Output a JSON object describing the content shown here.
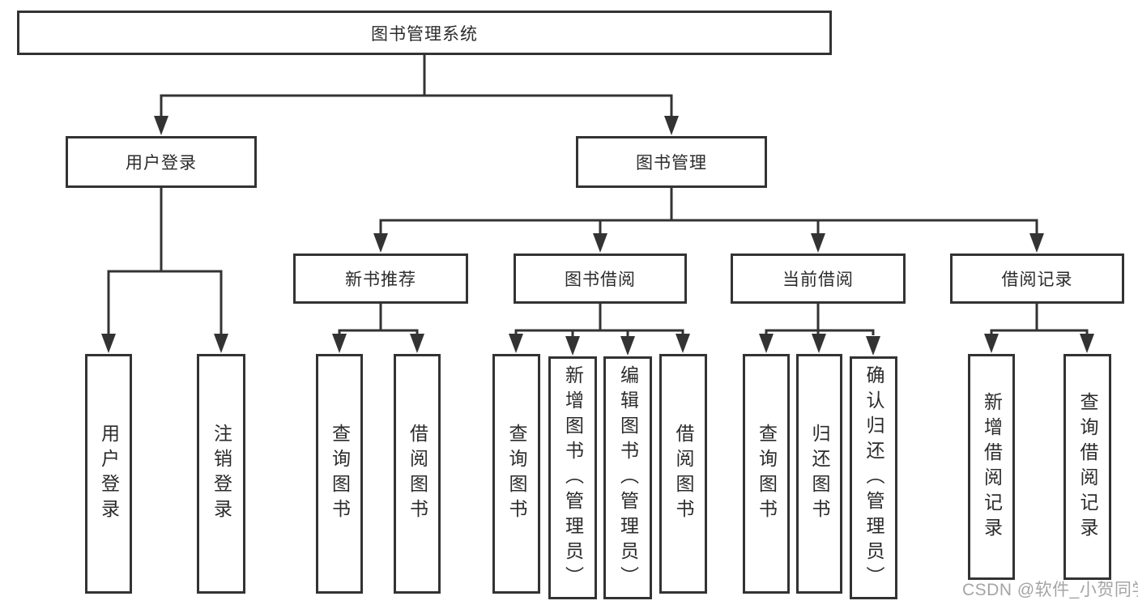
{
  "colors": {
    "line": "#333333",
    "box_border": "#333333",
    "text": "#2b2b2b",
    "watermark": "#9a9a9a",
    "background": "#ffffff"
  },
  "tree": {
    "root": {
      "label": "图书管理系统",
      "children": [
        {
          "label": "用户登录",
          "children": [
            {
              "label": "用户登录"
            },
            {
              "label": "注销登录"
            }
          ]
        },
        {
          "label": "图书管理",
          "children": [
            {
              "label": "新书推荐",
              "children": [
                {
                  "label": "查询图书"
                },
                {
                  "label": "借阅图书"
                }
              ]
            },
            {
              "label": "图书借阅",
              "children": [
                {
                  "label": "查询图书"
                },
                {
                  "label": "新增图书（管理员）"
                },
                {
                  "label": "编辑图书（管理员）"
                },
                {
                  "label": "借阅图书"
                }
              ]
            },
            {
              "label": "当前借阅",
              "children": [
                {
                  "label": "查询图书"
                },
                {
                  "label": "归还图书"
                },
                {
                  "label": "确认归还（管理员）"
                }
              ]
            },
            {
              "label": "借阅记录",
              "children": [
                {
                  "label": "新增借阅记录"
                },
                {
                  "label": "查询借阅记录"
                }
              ]
            }
          ]
        }
      ]
    }
  },
  "watermark": {
    "text": "CSDN @软件_小贺同学"
  }
}
